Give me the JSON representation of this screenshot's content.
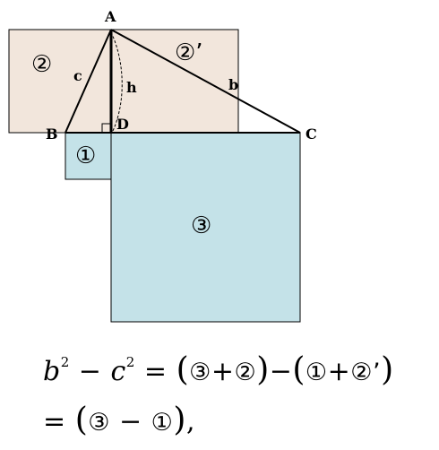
{
  "vertices": {
    "A": "A",
    "B": "B",
    "C": "C",
    "D": "D"
  },
  "sides": {
    "c": "c",
    "b": "b",
    "h": "h"
  },
  "regions": {
    "r1": "①",
    "r2": "②",
    "r2p": "②’",
    "r3": "③"
  },
  "colors": {
    "pink_rect": "#f2e6dc",
    "blue_square": "#c4e2e8",
    "stroke": "#000000"
  },
  "equation": {
    "line1": {
      "lhs_b": "b",
      "exp_b": "2",
      "minus": " − ",
      "lhs_c": "c",
      "exp_c": "2",
      "eq": " = ",
      "open1": "(",
      "t1": "③",
      "plus1": "+",
      "t2": "②",
      "close1": ")",
      "minus2": "−",
      "open2": "(",
      "t3": "①",
      "plus2": "+",
      "t4": "②’",
      "close2": ")"
    },
    "line2": {
      "eq": "= ",
      "open": "(",
      "t1": "③",
      "minus": " − ",
      "t2": "①",
      "close": ")",
      "comma": ","
    }
  }
}
